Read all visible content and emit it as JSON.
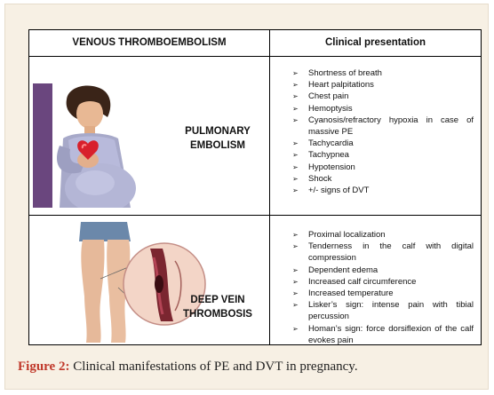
{
  "table": {
    "headers": {
      "condition": "VENOUS THROMBOEMBOLISM",
      "presentation": "Clinical presentation"
    },
    "rows": [
      {
        "condition_lines": [
          "PULMONARY",
          "EMBOLISM"
        ],
        "illustration": "pregnant-woman-chest-pain-illustration",
        "symptoms": [
          "Shortness of breath",
          "Heart palpitations",
          "Chest pain",
          "Hemoptysis",
          "Cyanosis/refractory hypoxia in case of massive PE",
          "Tachycardia",
          "Tachypnea",
          "Hypotension",
          "Shock",
          "+/- signs of DVT"
        ]
      },
      {
        "condition_lines": [
          "DEEP VEIN",
          "THROMBOSIS"
        ],
        "illustration": "leg-vein-clot-illustration",
        "symptoms": [
          "Proximal localization",
          "Tenderness in the calf with digital compression",
          "Dependent edema",
          "Increased calf circumference",
          "Increased temperature",
          "Lisker’s sign: intense pain with tibial percussion",
          "Homan’s sign: force dorsiflexion of the calf evokes pain"
        ]
      }
    ]
  },
  "caption": {
    "label": "Figure 2:",
    "text": " Clinical manifestations of PE and DVT in pregnancy."
  },
  "colors": {
    "background": "#f7f0e4",
    "caption_label": "#c0392b",
    "table_border": "#000000"
  },
  "bullet_glyph": "➢"
}
